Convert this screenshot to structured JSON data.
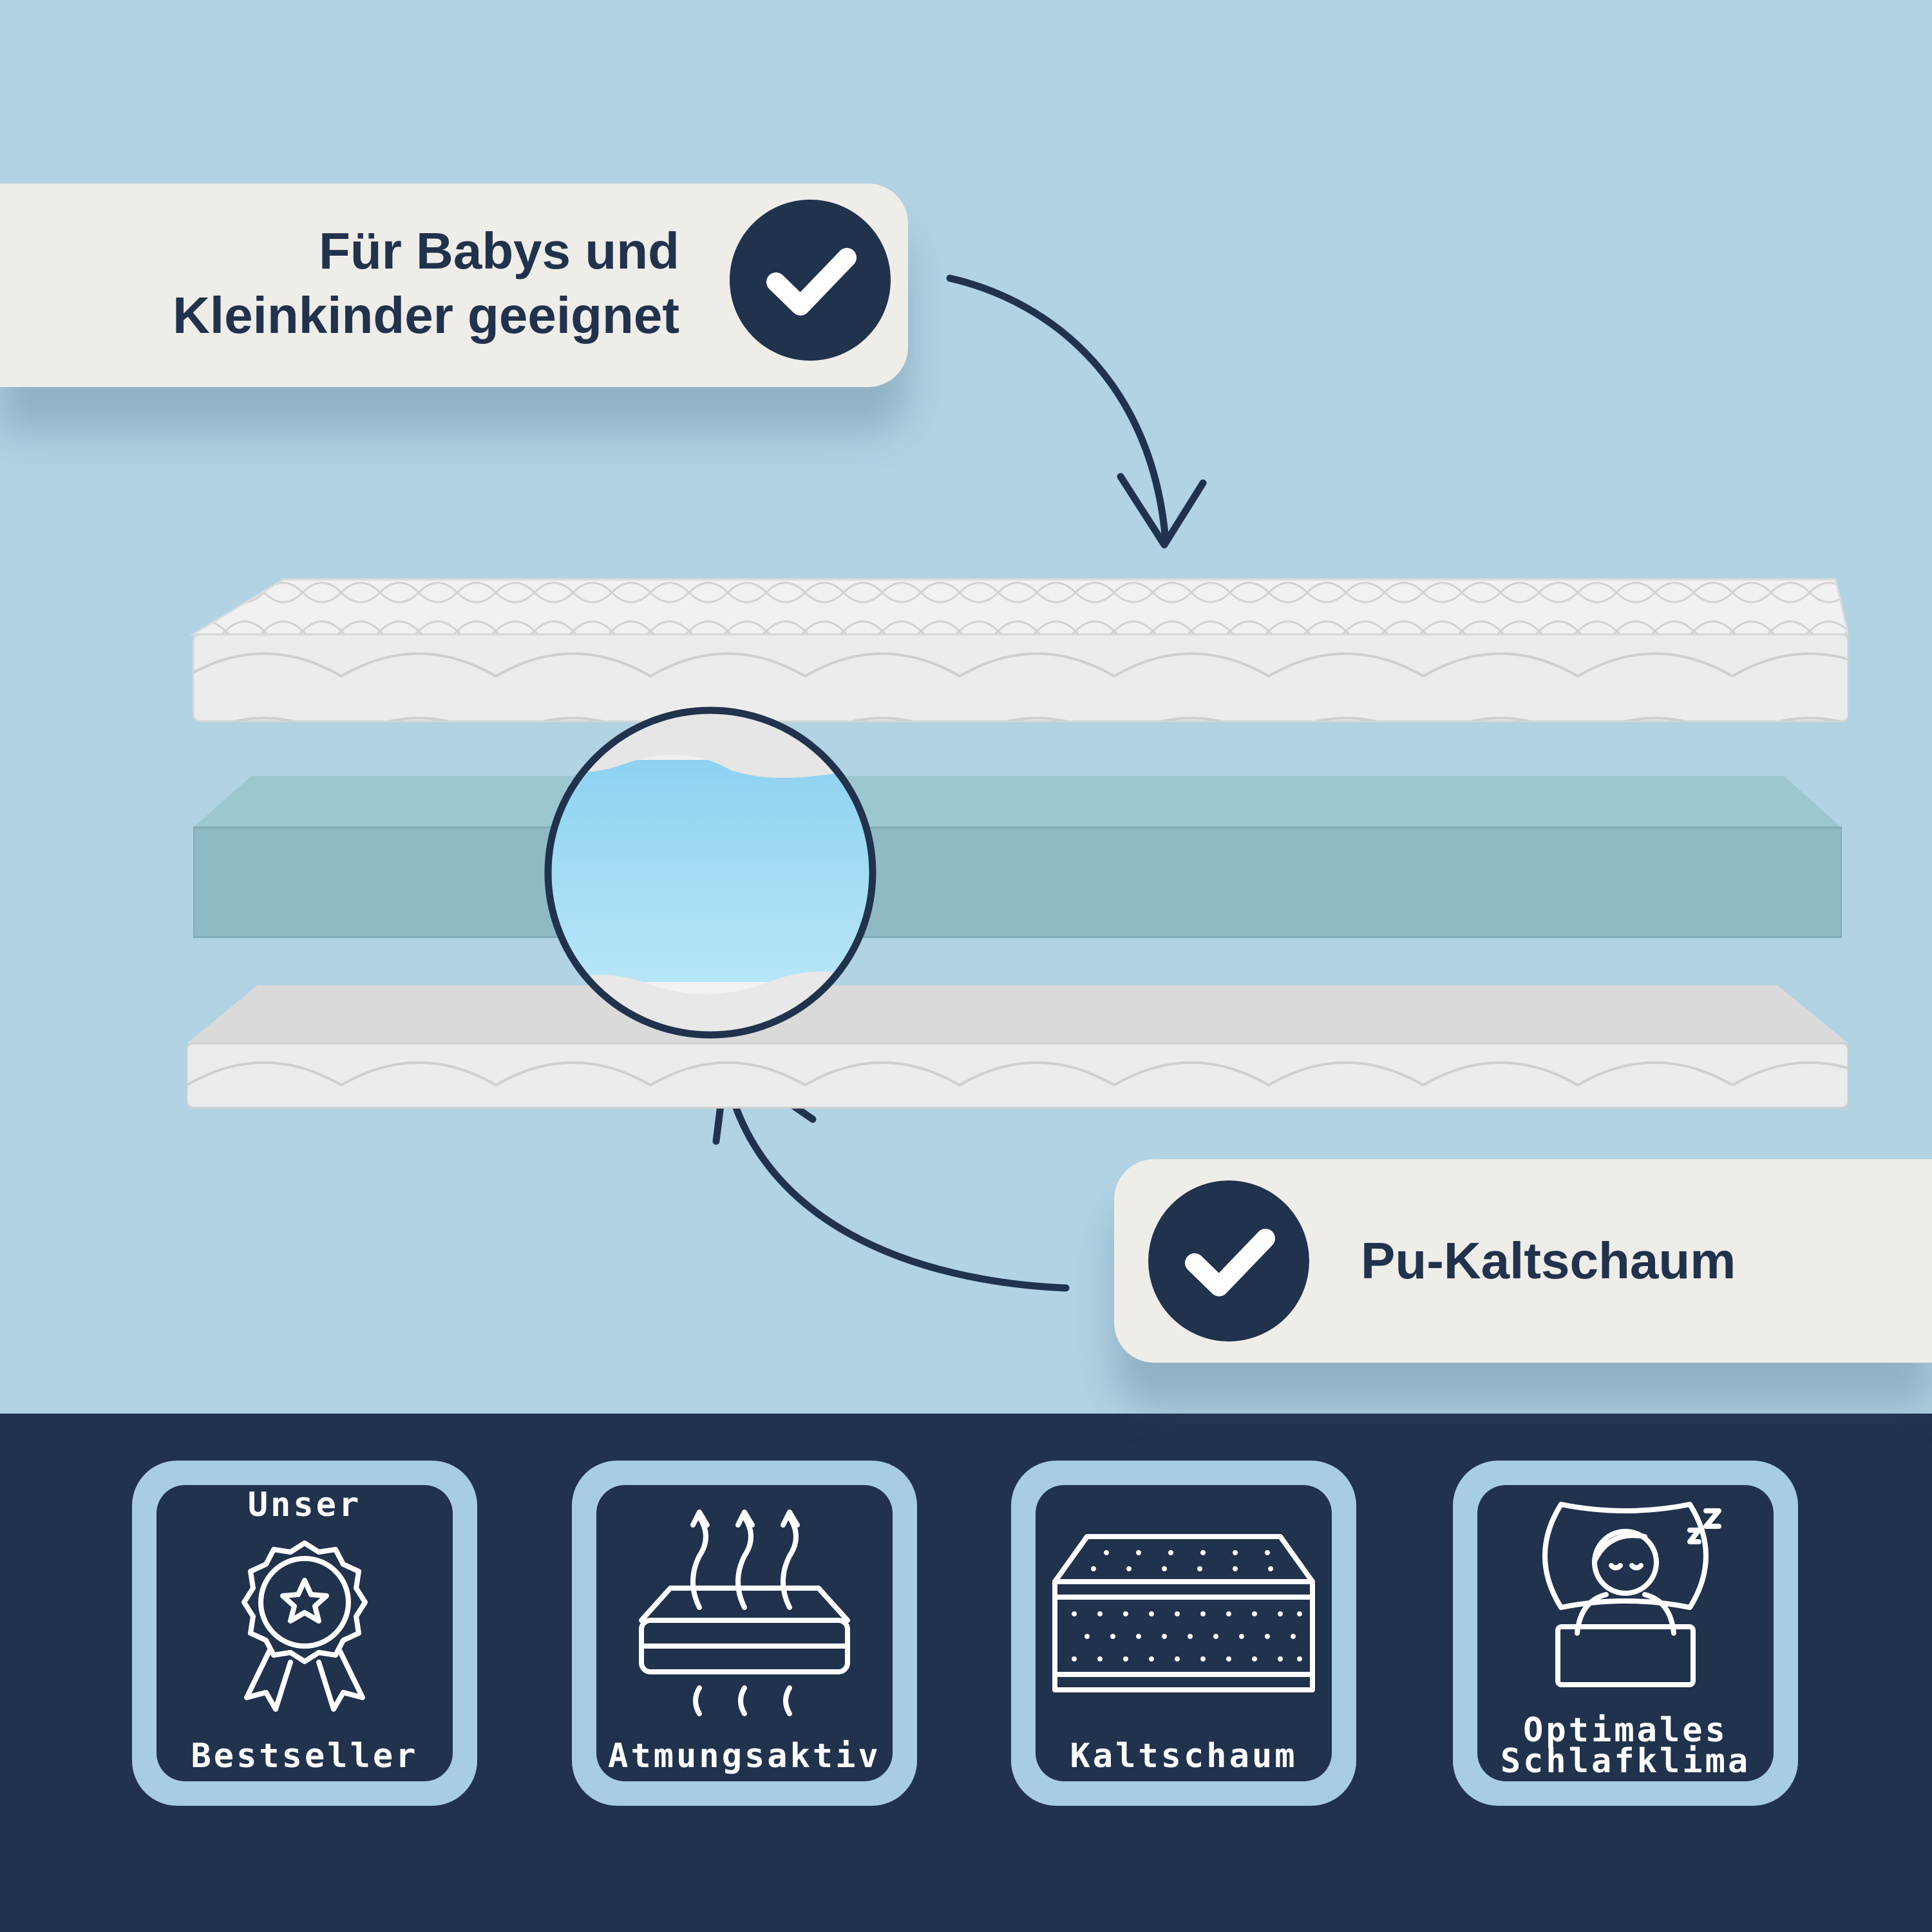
{
  "callouts": {
    "top": {
      "line1": "Für Babys und",
      "line2": "Kleinkinder geeignet"
    },
    "bottom": {
      "label": "Pu-Kaltschaum"
    }
  },
  "features": [
    {
      "label_top": "Unser",
      "label_bottom": "Bestseller",
      "icon": "award-ribbon-star-icon"
    },
    {
      "label": "Atmungsaktiv",
      "icon": "breathable-mattress-icon"
    },
    {
      "label": "Kaltschaum",
      "icon": "foam-mattress-icon"
    },
    {
      "label_line1": "Optimales",
      "label_line2": "Schlafklima",
      "icon": "sleeping-person-icon"
    }
  ],
  "colors": {
    "background_light": "#b1d3e4",
    "navy": "#21324d",
    "callout_bg": "#efede8",
    "tile_frame": "#a8cde0",
    "foam": "#8fbac5"
  }
}
